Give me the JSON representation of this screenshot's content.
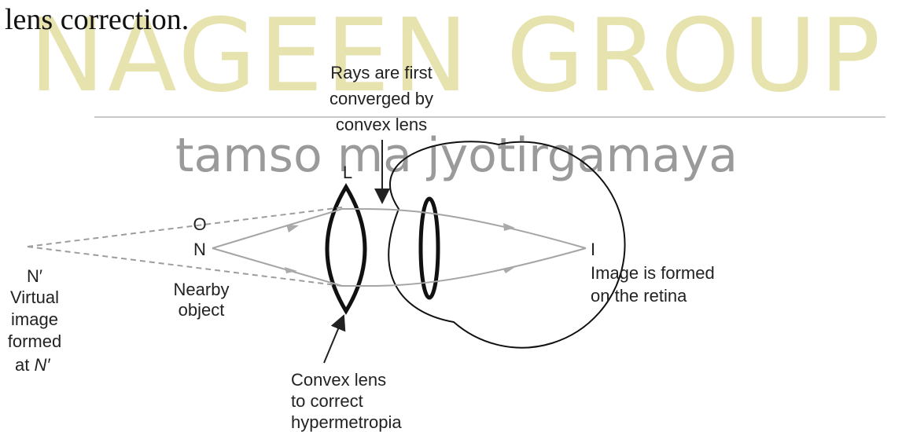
{
  "fragment_text": "lens correction.",
  "watermark": {
    "brand": "NAGEEN GROUP",
    "tagline": "tamso ma jyotirgamaya"
  },
  "labels": {
    "rays_caption": [
      "Rays are first",
      "converged by",
      "convex lens"
    ],
    "lens_label": "L",
    "point_o": "O",
    "point_n": "N",
    "point_n_prime": "N′",
    "virtual_image": [
      "Virtual",
      "image",
      "formed"
    ],
    "virtual_image_at": "at ",
    "virtual_image_point": "N′",
    "nearby_object": [
      "Nearby",
      "object"
    ],
    "point_i": "I",
    "image_formed": [
      "Image is formed",
      "on the retina"
    ],
    "convex_caption": [
      "Convex lens",
      "to correct",
      "hypermetropia"
    ]
  }
}
